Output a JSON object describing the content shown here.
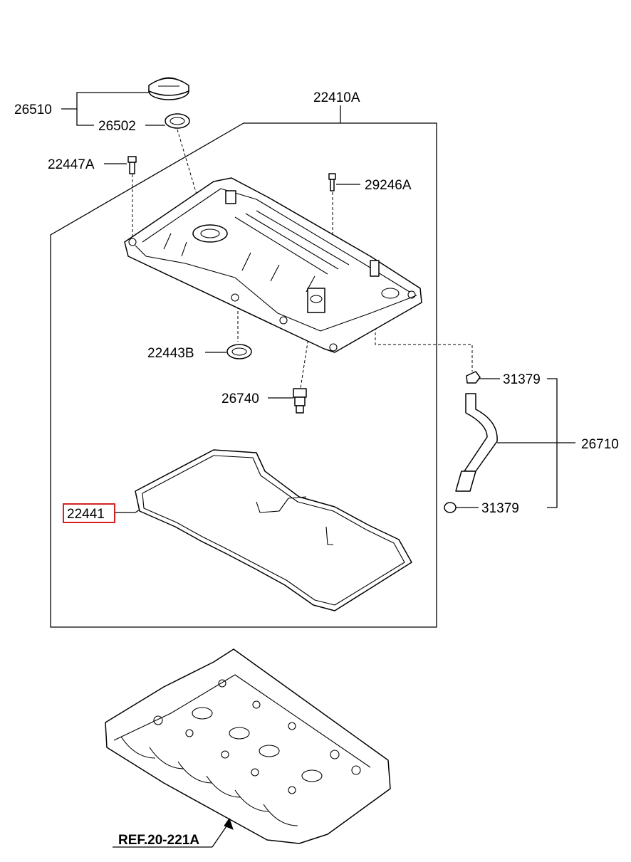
{
  "labels": {
    "p26510": "26510",
    "p26502": "26502",
    "p22410A": "22410A",
    "p22447A": "22447A",
    "p29246A": "29246A",
    "p22443B": "22443B",
    "p26740": "26740",
    "p31379_top": "31379",
    "p26710": "26710",
    "p31379_bottom": "31379",
    "p22441": "22441",
    "ref": "REF.20-221A"
  },
  "highlight": {
    "part": "22441",
    "color": "#d42020"
  }
}
